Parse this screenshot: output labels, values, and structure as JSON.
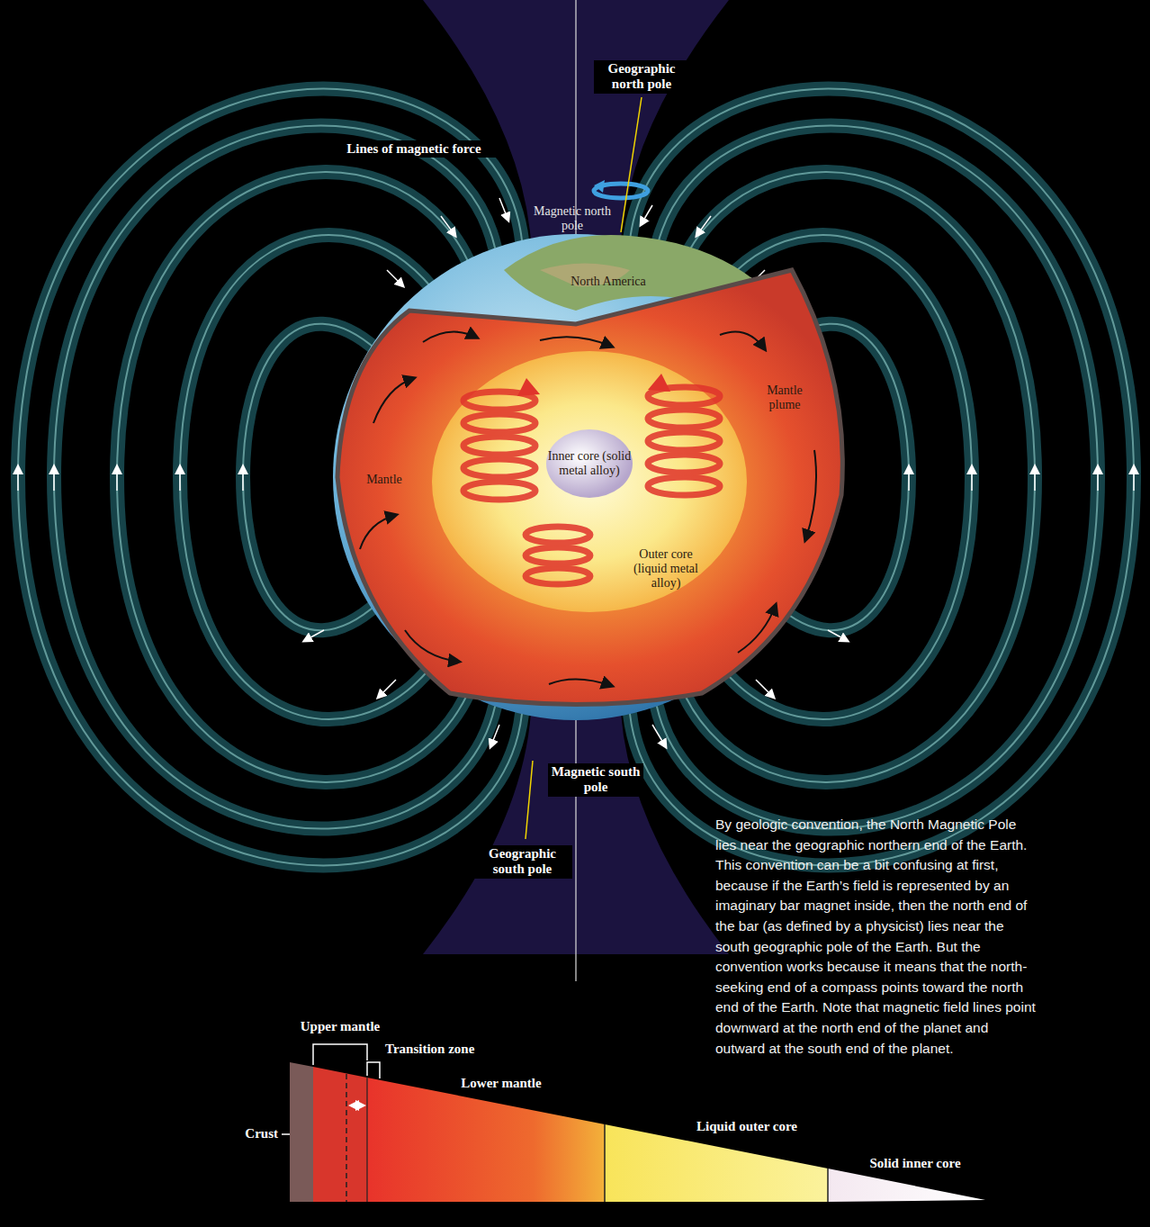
{
  "diagram": {
    "caption": "By geologic convention, the North Magnetic Pole lies near the geographic northern end of the Earth. This convention can be a bit confusing at first, because if the Earth’s field is represented by an imaginary bar magnet inside, then the north end of the bar (as defined by a physicist) lies near the south geographic pole of the Earth. But the convention works because it means that the north-seeking end of a compass points toward the north end of the Earth. Note that magnetic field lines point downward at the north end of the planet and outward at the south end of the planet.",
    "labels": [
      "Geographic north pole",
      "Lines of magnetic force",
      "Magnetic north pole",
      "North America",
      "Mantle plume",
      "Inner core (solid metal alloy)",
      "Mantle",
      "Outer core (liquid metal alloy)",
      "Magnetic south pole",
      "Geographic south pole",
      "Upper mantle",
      "Transition zone",
      "Lower mantle",
      "Crust",
      "Liquid outer core",
      "Solid inner core"
    ]
  }
}
